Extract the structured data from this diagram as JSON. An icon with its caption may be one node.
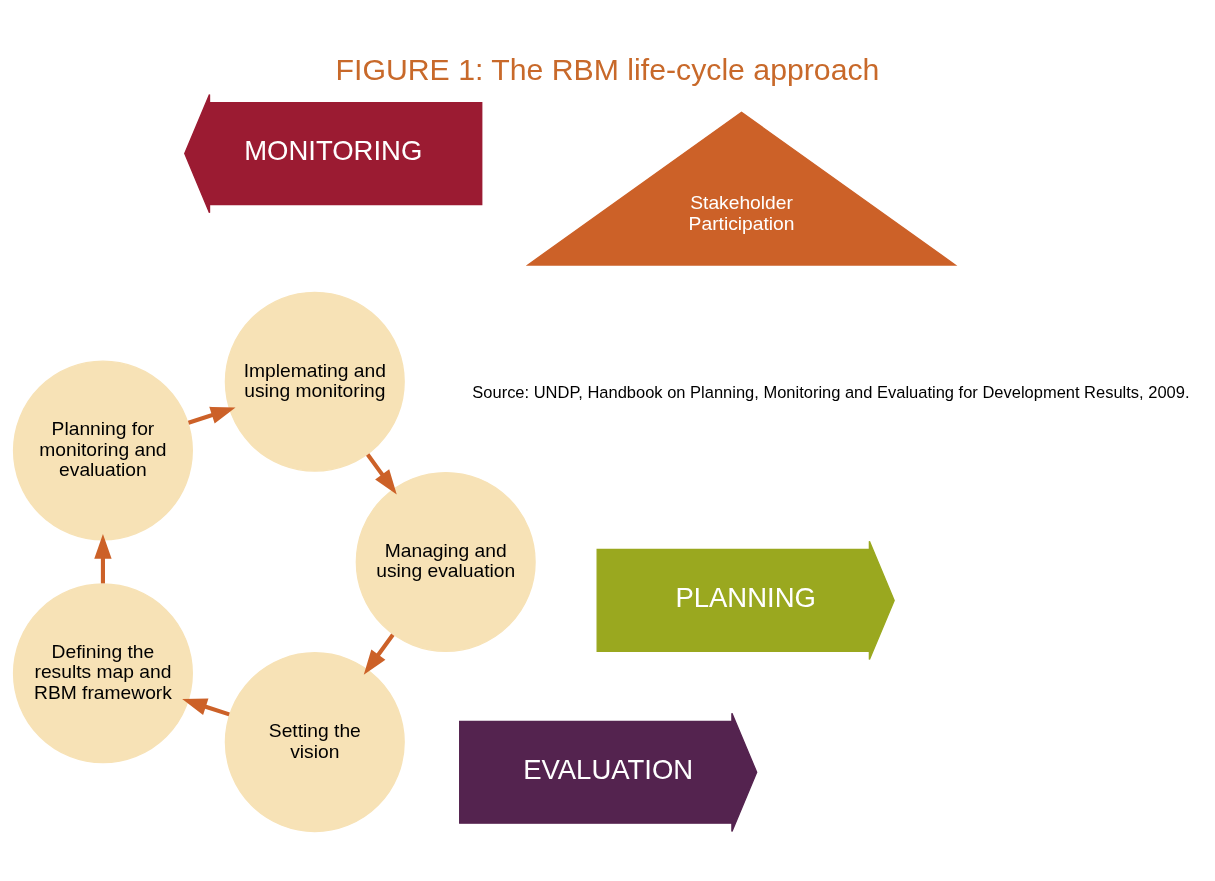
{
  "diagram": {
    "title": "FIGURE 1: The RBM life-cycle approach",
    "caption": "Source: UNDP, Handbook on Planning, Monitoring and Evaluating for Development Results, 2009.",
    "nodes": [
      {
        "text": [
          "EVALUATION"
        ]
      },
      {
        "text": [
          "PLANNING"
        ]
      },
      {
        "text": [
          "Setting the vision"
        ]
      },
      {
        "text": [
          "Managing and using evaluation"
        ]
      },
      {
        "text": [
          "Defining the results map and RBM framework"
        ]
      },
      {
        "text": [
          "Stakeholder Participation"
        ]
      },
      {
        "text": [
          "Implemating and using monitoring"
        ]
      },
      {
        "text": [
          "Planning for monitoring and evaluation"
        ]
      },
      {
        "text": [
          "MONITORING"
        ]
      }
    ],
    "edges": [
      {
        "from": 2,
        "to": 4,
        "arrow": "to"
      },
      {
        "from": 4,
        "to": 7,
        "arrow": "to"
      },
      {
        "from": 7,
        "to": 6,
        "arrow": "to"
      },
      {
        "from": 6,
        "to": 3,
        "arrow": "to"
      },
      {
        "from": 3,
        "to": 2,
        "arrow": "to"
      }
    ]
  }
}
